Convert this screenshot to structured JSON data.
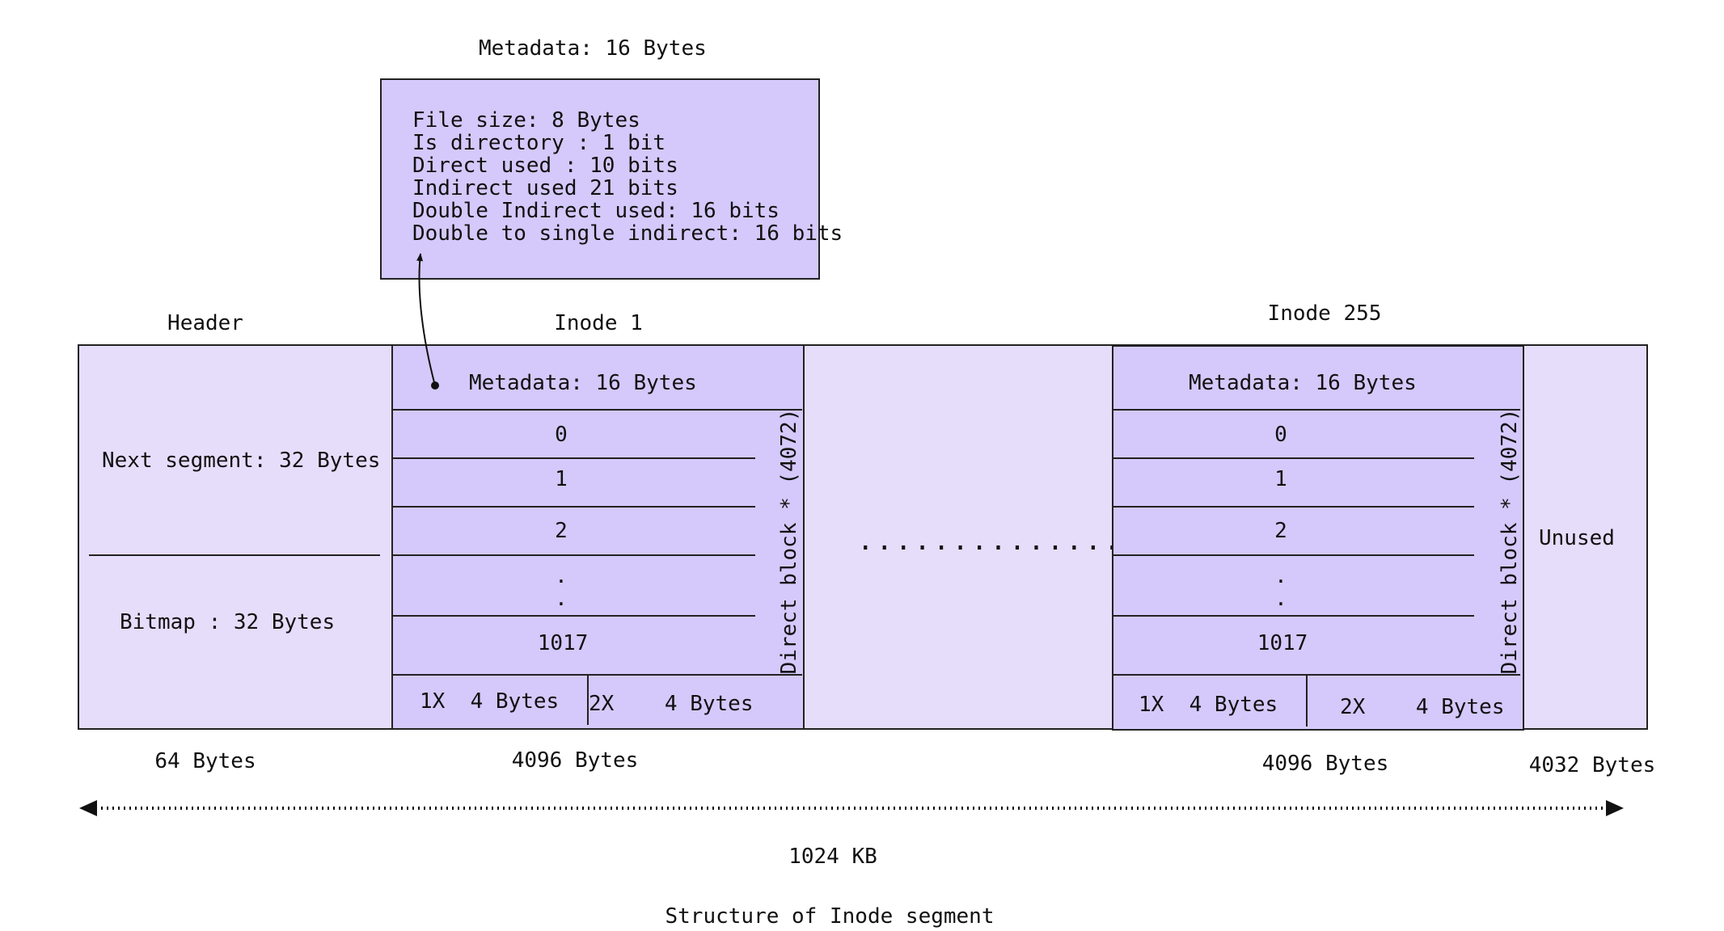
{
  "metadata_detail": {
    "title": "Metadata: 16 Bytes",
    "lines": [
      "File size: 8 Bytes",
      "Is directory : 1 bit",
      "Direct used : 10 bits",
      "Indirect used 21 bits",
      "Double Indirect used: 16 bits",
      "Double to single indirect: 16 bits"
    ]
  },
  "header": {
    "label": "Header",
    "next_segment": "Next segment: 32 Bytes",
    "bitmap": "Bitmap : 32 Bytes",
    "size": "64 Bytes"
  },
  "inode_first": {
    "label": "Inode 1",
    "metadata": "Metadata: 16 Bytes",
    "blocks": [
      "0",
      "1",
      "2",
      ".",
      ".",
      "1017"
    ],
    "direct_label": "Direct block * (4072)",
    "indirect_1x": "1X  4 Bytes",
    "indirect_2x": "2X    4 Bytes",
    "size": "4096 Bytes"
  },
  "gap": {
    "dots": "................"
  },
  "inode_last": {
    "label": "Inode 255",
    "metadata": "Metadata: 16 Bytes",
    "blocks": [
      "0",
      "1",
      "2",
      ".",
      ".",
      "1017"
    ],
    "direct_label": "Direct block * (4072)",
    "indirect_1x": "1X  4 Bytes",
    "indirect_2x": "2X    4 Bytes",
    "size": "4096 Bytes"
  },
  "unused": {
    "label": "Unused",
    "size": "4032 Bytes"
  },
  "total": {
    "label": "1024 KB"
  },
  "caption": "Structure of Inode segment",
  "colors": {
    "segment_fill": "#e6ddfb",
    "inode_fill": "#d4c9fa",
    "line": "#222222"
  }
}
